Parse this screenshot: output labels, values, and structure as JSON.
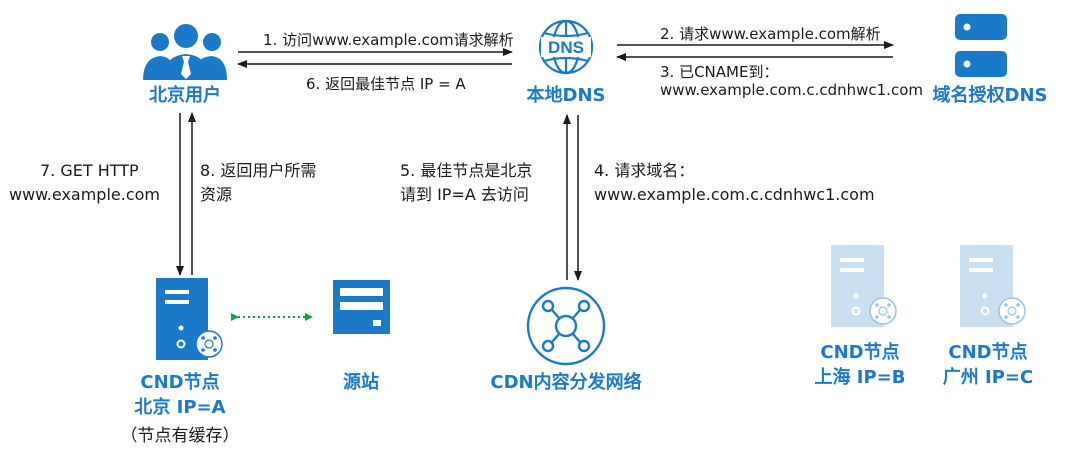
{
  "colors": {
    "blue": "#1b79c9",
    "light_blue": "#c9dff2",
    "green_dotted": "#1a9b4b",
    "arrow": "#1a1a1a"
  },
  "nodes": {
    "beijing_user": {
      "label": "北京用户",
      "icon": "user-group-icon"
    },
    "local_dns": {
      "label": "本地DNS",
      "icon": "dns-globe-icon"
    },
    "authoritative_dns": {
      "label": "域名授权DNS",
      "icon": "server-rack-icon"
    },
    "cdn_beijing": {
      "label_line1": "CND节点",
      "label_line2": "北京 IP=A",
      "note": "（节点有缓存）",
      "icon": "cdn-server-icon"
    },
    "origin": {
      "label": "源站",
      "icon": "server-icon"
    },
    "cdn_network": {
      "label": "CDN内容分发网络",
      "icon": "network-hub-icon"
    },
    "cdn_shanghai": {
      "label_line1": "CND节点",
      "label_line2": "上海 IP=B",
      "icon": "cdn-server-icon"
    },
    "cdn_guangzhou": {
      "label_line1": "CND节点",
      "label_line2": "广州 IP=C",
      "icon": "cdn-server-icon"
    }
  },
  "steps": {
    "s1": "1. 访问www.example.com请求解析",
    "s2": "2. 请求www.example.com解析",
    "s3_line1": "3. 已CNAME到：",
    "s3_line2": "www.example.com.c.cdnhwc1.com",
    "s4_line1": "4. 请求域名：",
    "s4_line2": "www.example.com.c.cdnhwc1.com",
    "s5_line1": "5. 最佳节点是北京",
    "s5_line2": "请到 IP=A 去访问",
    "s6": "6. 返回最佳节点 IP = A",
    "s7_line1": "7. GET HTTP",
    "s7_line2": "www.example.com",
    "s8_line1": "8. 返回用户所需",
    "s8_line2": "资源"
  }
}
